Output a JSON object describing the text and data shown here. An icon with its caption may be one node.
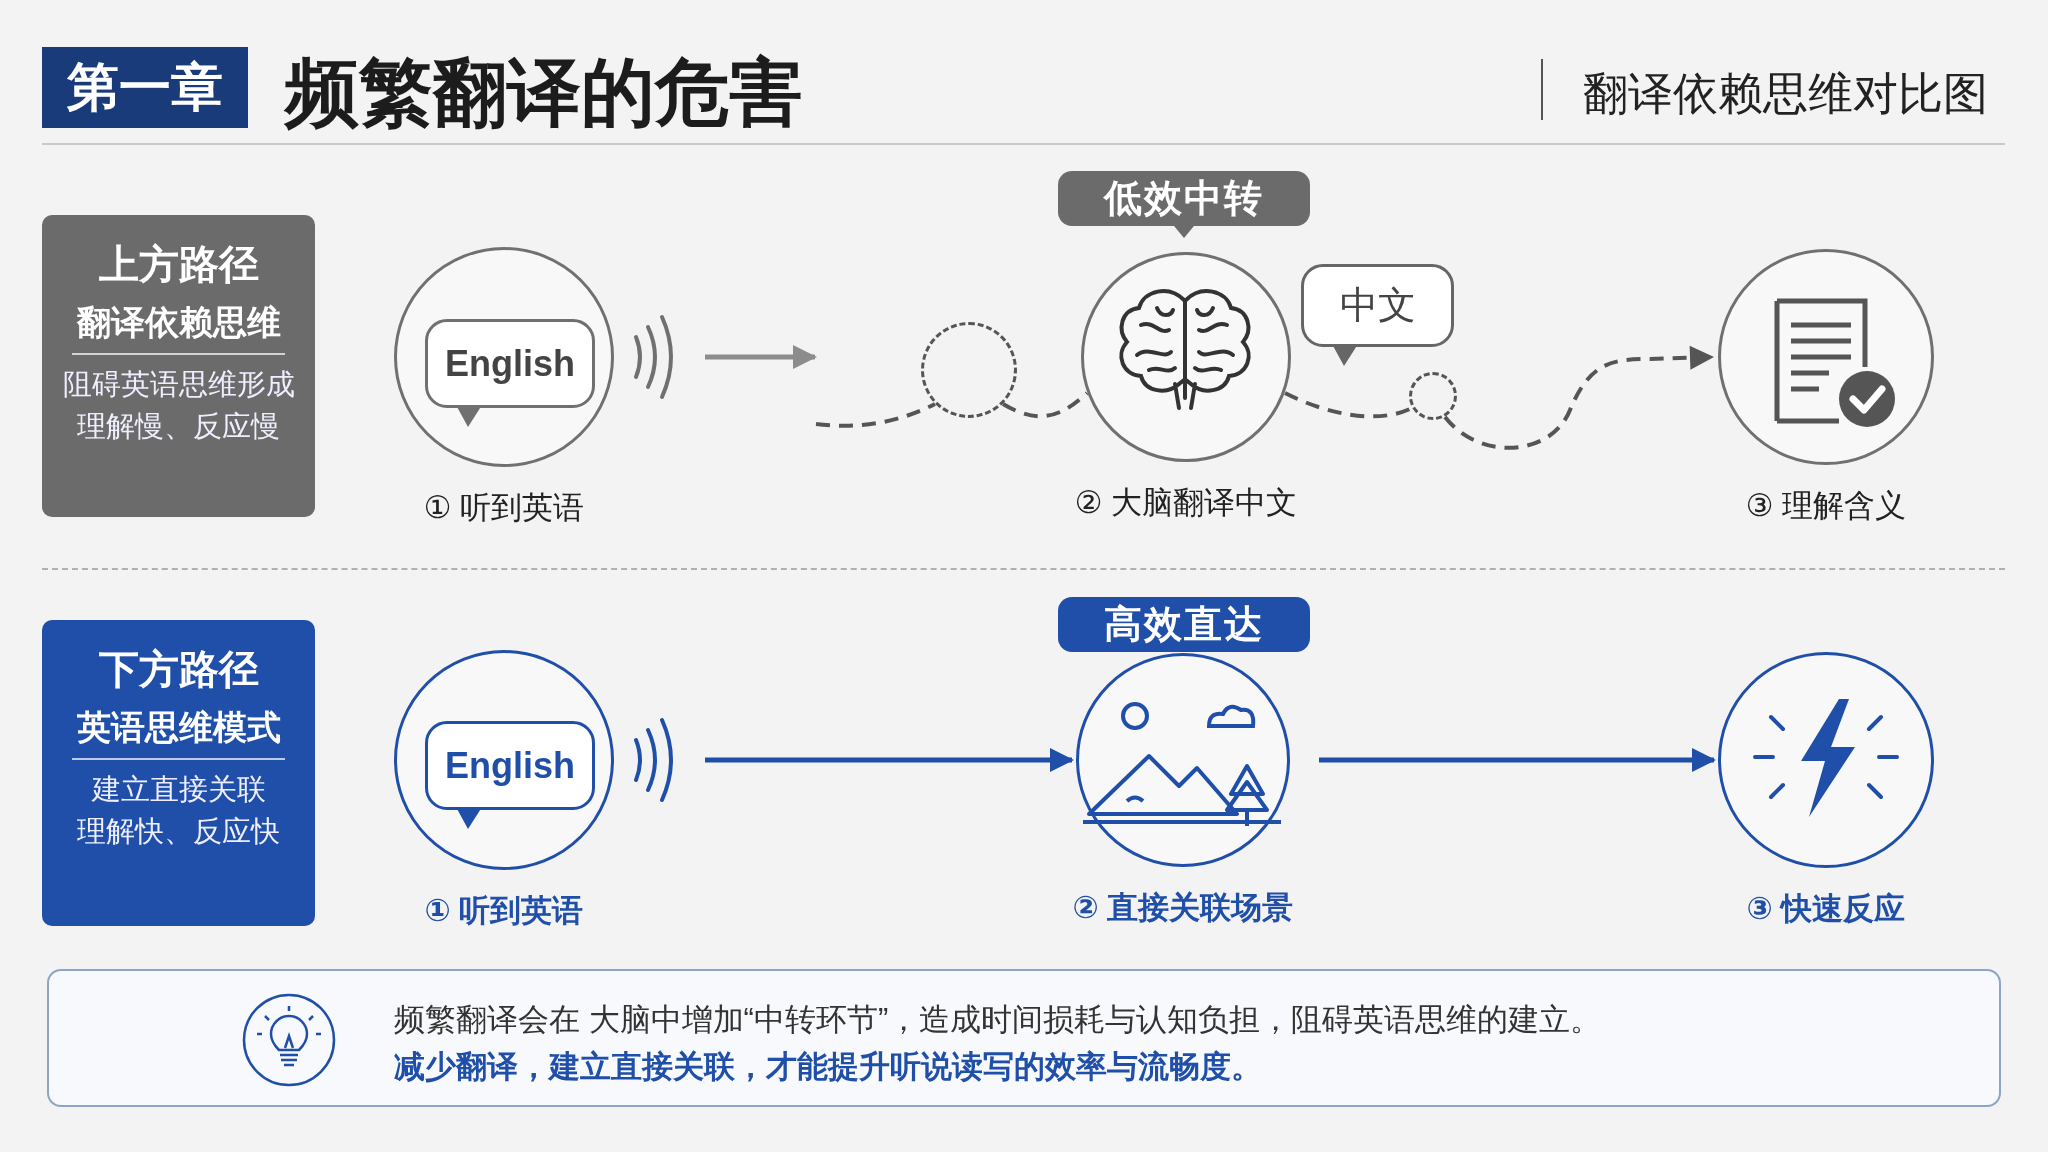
{
  "diagram": {
    "title": "频繁翻译的危害",
    "nodes": [
      {
        "text": [
          "第一章"
        ]
      },
      {
        "text": [
          "上方路径",
          "翻译依赖思维",
          "阻碍英语思维形成",
          "理解慢、反应慢"
        ]
      },
      {
        "text": [],
        "shape": "circle",
        "beside": [
          "① 听到英语"
        ]
      },
      {
        "text": [
          "English"
        ],
        "in": 2
      },
      {
        "text": [],
        "shape": "circle"
      },
      {
        "text": [
          "低效中转"
        ]
      },
      {
        "text": [],
        "shape": "circle",
        "beside": [
          "② 大脑翻译中文"
        ]
      },
      {
        "text": [
          "中文"
        ]
      },
      {
        "text": [],
        "shape": "circle"
      },
      {
        "text": [],
        "shape": "circle",
        "beside": [
          "③ 理解含义"
        ]
      },
      {
        "text": [
          "下方路径",
          "英语思维模式",
          "建立直接关联",
          "理解快、反应快"
        ]
      },
      {
        "text": [],
        "shape": "circle",
        "beside": [
          "① 听到英语"
        ]
      },
      {
        "text": [
          "English"
        ],
        "in": 11
      },
      {
        "text": [
          "高效直达"
        ]
      },
      {
        "text": [],
        "shape": "circle",
        "beside": [
          "② 直接关联场景"
        ]
      },
      {
        "text": [],
        "shape": "circle",
        "beside": [
          "③ 快速反应"
        ]
      },
      {
        "text": [
          "频繁翻译会在 大脑中增加“中转环节”，造成时间损耗与认知负担，阻碍英语思维的建立。",
          "减少翻译，建立直接关联，才能提升听说读写的效率与流畅度。"
        ]
      }
    ],
    "edges": [
      {
        "from": 2,
        "to": null,
        "arrow": "to",
        "color": "#8c8c8c"
      },
      {
        "from": null,
        "to": 4,
        "arrow": "none",
        "style": "dashed",
        "color": "#555555"
      },
      {
        "from": 4,
        "to": 6,
        "arrow": "none",
        "style": "dashed",
        "color": "#555555"
      },
      {
        "from": 6,
        "to": 8,
        "arrow": "none",
        "style": "dashed",
        "color": "#555555"
      },
      {
        "from": 8,
        "to": 9,
        "arrow": "to",
        "style": "dashed",
        "color": "#555555"
      },
      {
        "from": 11,
        "to": 14,
        "arrow": "to",
        "color": "#1f4fa8"
      },
      {
        "from": 14,
        "to": 15,
        "arrow": "to",
        "color": "#1f4fa8"
      }
    ],
    "labels": [
      "翻译依赖思维对比图"
    ]
  }
}
